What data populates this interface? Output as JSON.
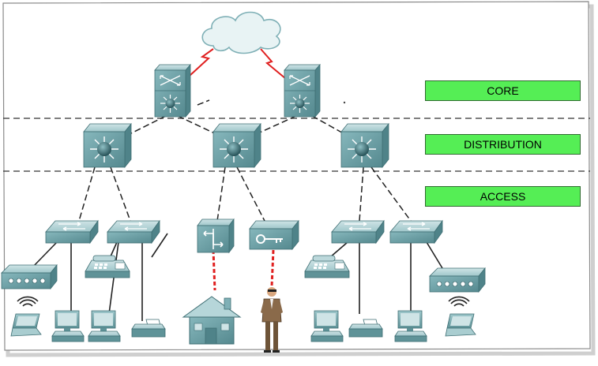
{
  "layers": {
    "core": "CORE",
    "distribution": "DISTRIBUTION",
    "access": "ACCESS"
  },
  "colors": {
    "label_fill": "#55ee55",
    "device_teal": "#6fa7ad",
    "wan_link": "#e02020"
  },
  "icons": [
    "cloud-icon",
    "core-switch-icon",
    "distribution-switch-icon",
    "access-switch-icon",
    "router-icon",
    "firewall-icon",
    "wireless-access-point-icon",
    "ip-phone-icon",
    "laptop-icon",
    "desktop-computer-icon",
    "printer-icon",
    "house-icon",
    "user-icon"
  ]
}
